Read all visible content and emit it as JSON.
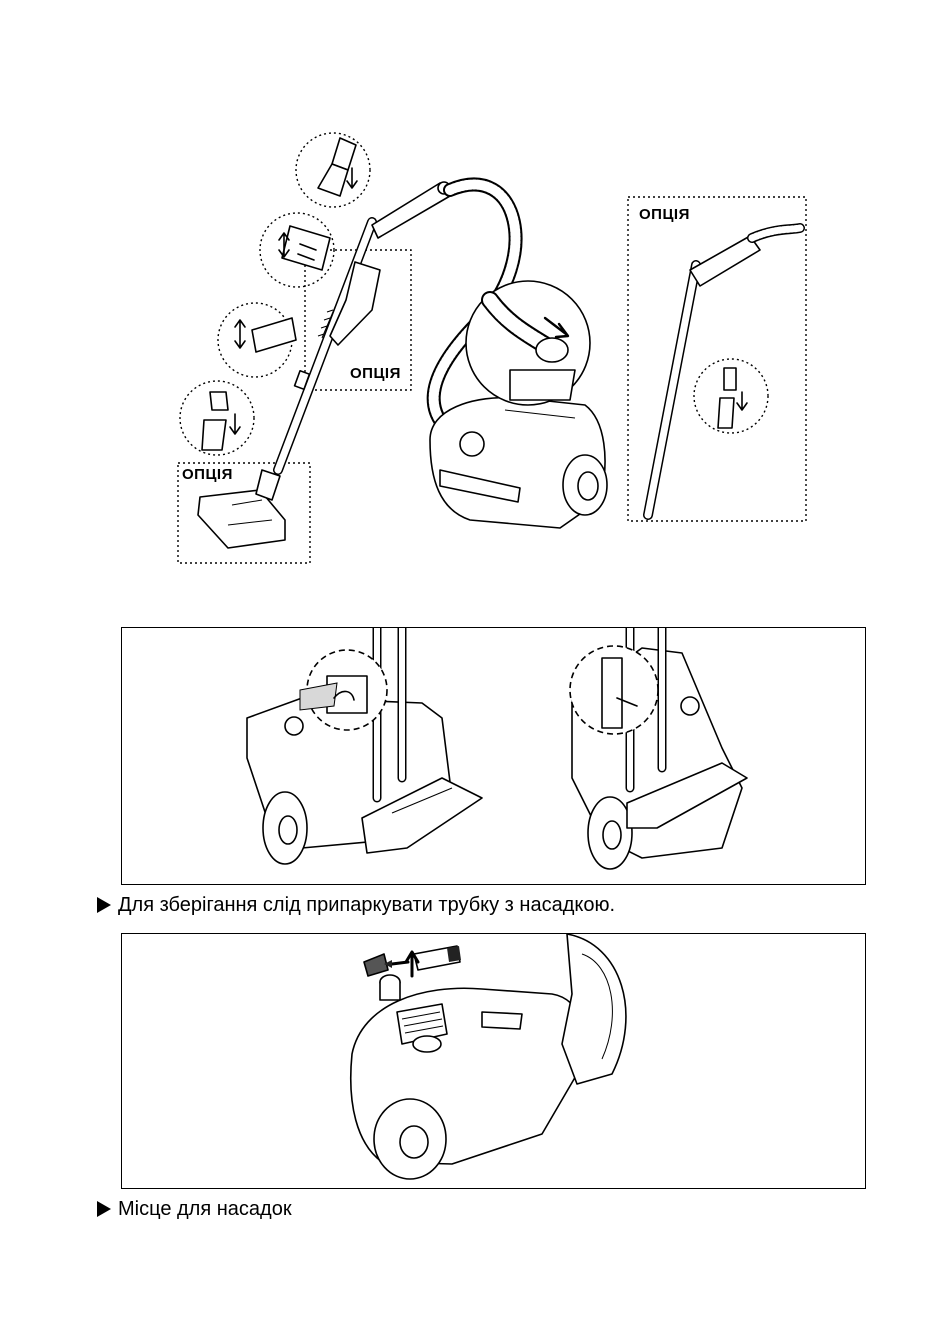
{
  "top_figure": {
    "option_label_handle": "ОПЦІЯ",
    "option_label_nozzle": "ОПЦІЯ",
    "option_label_right": "ОПЦІЯ"
  },
  "parking_figure": {
    "caption": "Для зберігання слід припаркувати трубку з насадкою."
  },
  "accessory_figure": {
    "caption": "Місце для насадок"
  }
}
